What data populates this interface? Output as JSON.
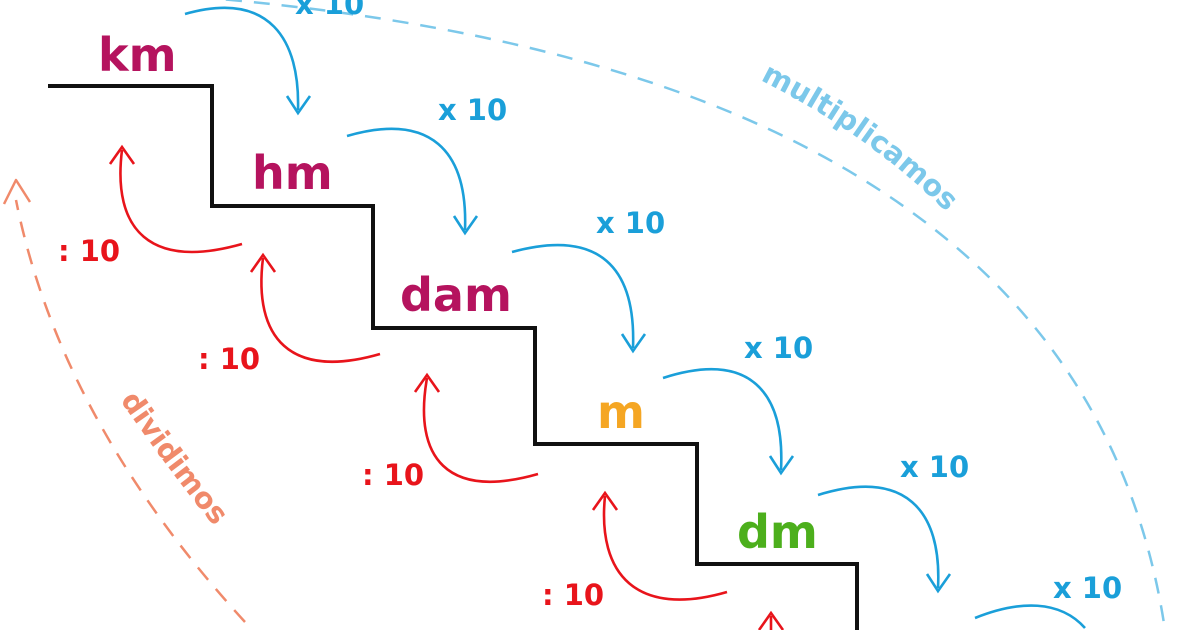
{
  "units": [
    {
      "label": "km",
      "color": "#b5135e"
    },
    {
      "label": "hm",
      "color": "#b5135e"
    },
    {
      "label": "dam",
      "color": "#b5135e"
    },
    {
      "label": "m",
      "color": "#f5a623"
    },
    {
      "label": "dm",
      "color": "#4caf1c"
    }
  ],
  "multiply": {
    "label": "x 10",
    "color": "#1a9fd9",
    "count": 6
  },
  "divide": {
    "label": ": 10",
    "color": "#e8141b",
    "count": 4
  },
  "arcs": {
    "multiply_text": "multiplicamos",
    "multiply_color": "#7cc8ea",
    "divide_text": "dividimos",
    "divide_color": "#f08a6b"
  },
  "stair_color": "#111111"
}
